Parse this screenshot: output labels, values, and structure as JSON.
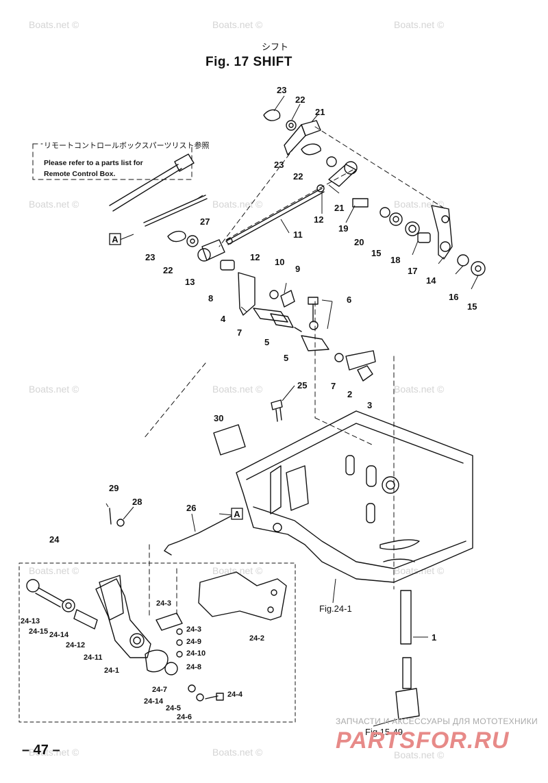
{
  "header": {
    "title_jp": "シフト",
    "title": "Fig. 17   SHIFT"
  },
  "reference_note": {
    "japanese": "リモートコントロールボックスパーツリスト参照",
    "english_line1": "Please refer to a parts list for",
    "english_line2": "Remote Control Box."
  },
  "callouts": [
    "23",
    "22",
    "21",
    "23",
    "22",
    "21",
    "12",
    "19",
    "20",
    "15",
    "18",
    "17",
    "14",
    "16",
    "15",
    "27",
    "11",
    "12",
    "23",
    "22",
    "13",
    "8",
    "10",
    "9",
    "6",
    "4",
    "7",
    "5",
    "5",
    "7",
    "2",
    "3",
    "25",
    "30",
    "29",
    "28",
    "26",
    "24",
    "1",
    "24-13",
    "24-15",
    "24-14",
    "24-12",
    "24-11",
    "24-1",
    "24-3",
    "24-3",
    "24-9",
    "24-10",
    "24-8",
    "24-2",
    "24-7",
    "24-14",
    "24-5",
    "24-6",
    "24-4"
  ],
  "section_marks": [
    "A",
    "A"
  ],
  "figure_refs": {
    "cover": "Fig.24-1",
    "rod": "Fig.15-49"
  },
  "page_number": "– 47 –",
  "watermark": "Boats.net ©",
  "shop": {
    "tagline": "ЗАПЧАСТИ И АКСЕССУАРЫ ДЛЯ МОТОТЕХНИКИ",
    "brand": "PARTSFOR.RU",
    "brand_color": "#e78a88"
  }
}
